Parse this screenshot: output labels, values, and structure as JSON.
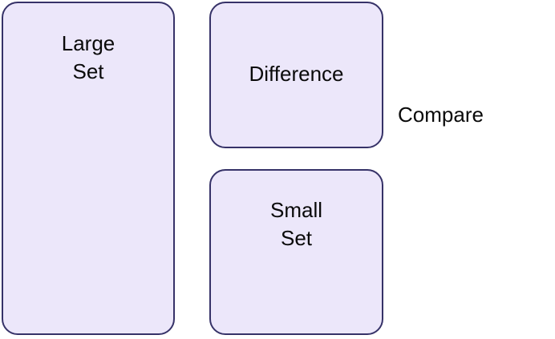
{
  "diagram": {
    "nodes": {
      "large_set": {
        "label": "Large\nSet"
      },
      "difference": {
        "label": "Difference"
      },
      "small_set": {
        "label": "Small\nSet"
      }
    },
    "edge_labels": {
      "compare": "Compare"
    },
    "colors": {
      "node_fill": "#ece7fa",
      "node_border": "#363268",
      "text": "#0a0a0a",
      "background": "#ffffff"
    }
  }
}
